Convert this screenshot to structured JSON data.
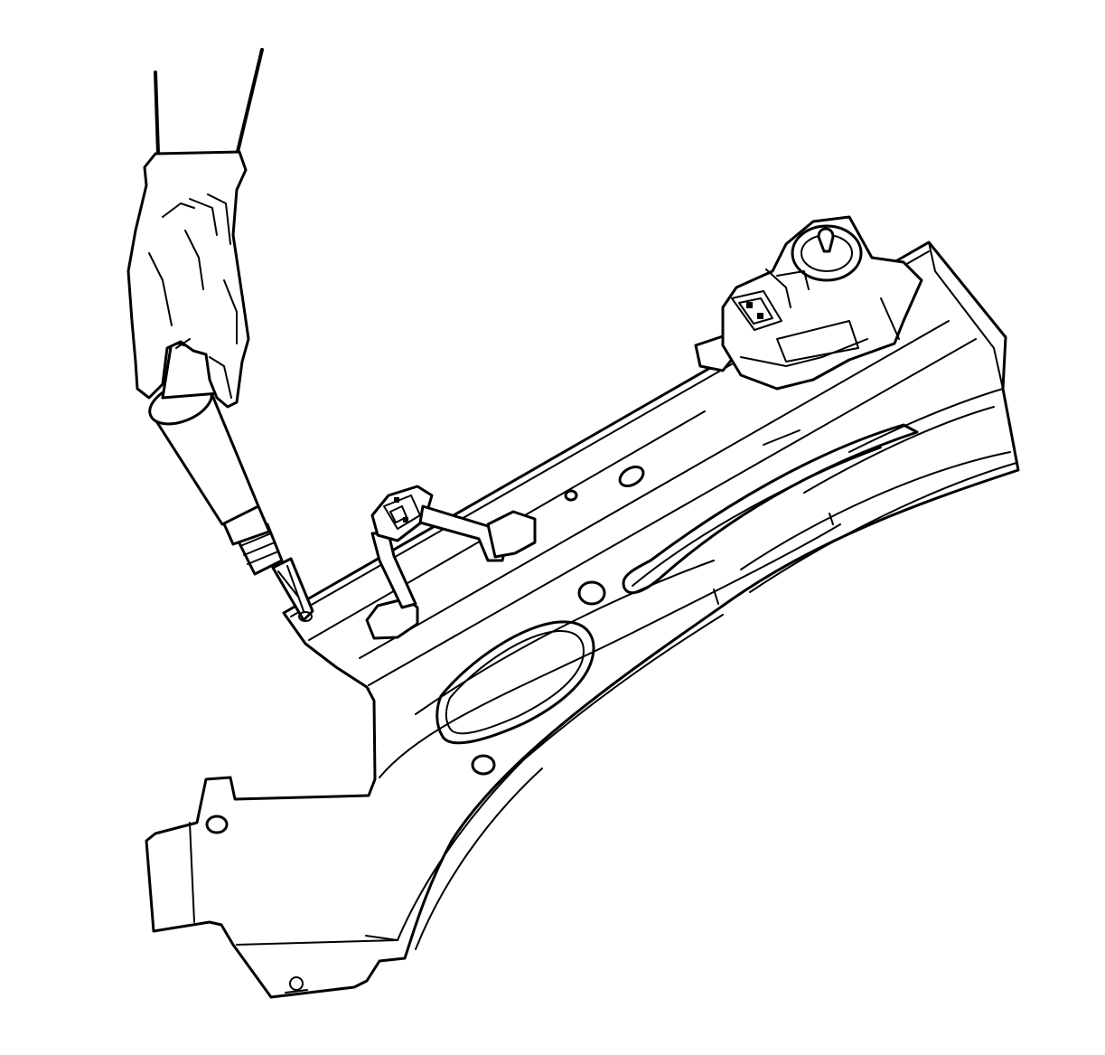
{
  "figure": {
    "colors": {
      "line": "#000000",
      "background": "#ffffff"
    },
    "parts": [
      {
        "name": "hand-in-glove",
        "icon": "gloved-hand"
      },
      {
        "name": "drill",
        "icon": "drill-icon"
      },
      {
        "name": "drill-bit",
        "icon": "drill-bit-icon"
      },
      {
        "name": "rail-panel",
        "icon": "body-rail"
      },
      {
        "name": "bracket-small",
        "icon": "bracket-icon"
      },
      {
        "name": "bracket-large",
        "icon": "bracket-icon"
      }
    ]
  }
}
